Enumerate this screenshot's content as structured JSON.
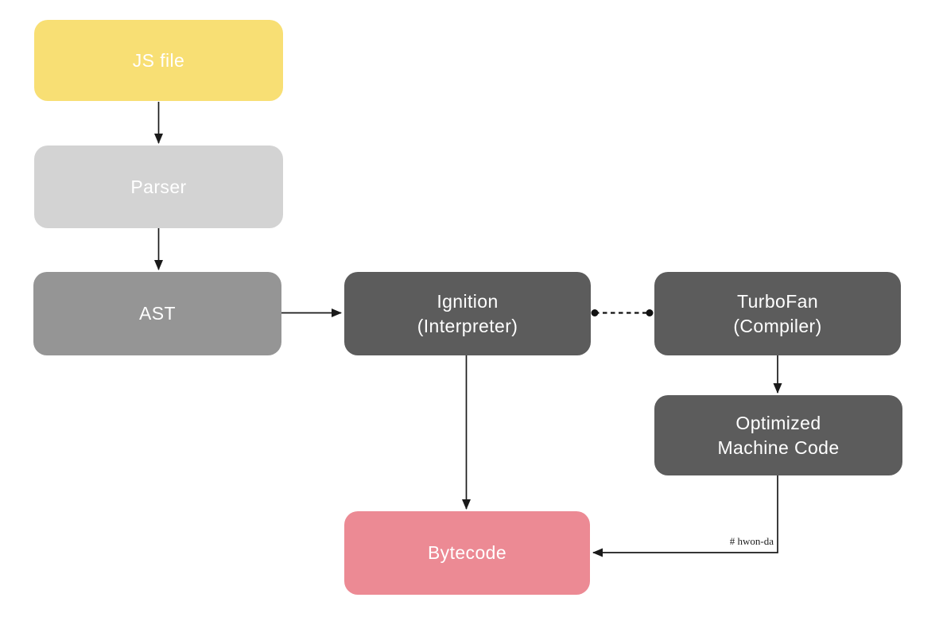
{
  "diagram": {
    "description": "Flowchart of a JavaScript engine pipeline",
    "background_color": "#ffffff",
    "line_color": "#1a1a1a"
  },
  "nodes": {
    "js_file": {
      "label": "JS file",
      "color": "#F8DF74",
      "text_color": "#ffffff"
    },
    "parser": {
      "label": "Parser",
      "color": "#D3D3D3",
      "text_color": "#ffffff"
    },
    "ast": {
      "label": "AST",
      "color": "#959595",
      "text_color": "#ffffff"
    },
    "ignition": {
      "label_line1": "Ignition",
      "label_line2": "(Interpreter)",
      "color": "#5C5C5C",
      "text_color": "#ffffff"
    },
    "turbofan": {
      "label_line1": "TurboFan",
      "label_line2": "(Compiler)",
      "color": "#5C5C5C",
      "text_color": "#ffffff"
    },
    "optimized_machine_code": {
      "label_line1": "Optimized",
      "label_line2": "Machine Code",
      "color": "#5C5C5C",
      "text_color": "#ffffff"
    },
    "bytecode": {
      "label": "Bytecode",
      "color": "#EC8A94",
      "text_color": "#ffffff"
    }
  },
  "edges": [
    {
      "from": "js_file",
      "to": "parser",
      "style": "solid-arrow"
    },
    {
      "from": "parser",
      "to": "ast",
      "style": "solid-arrow"
    },
    {
      "from": "ast",
      "to": "ignition",
      "style": "solid-arrow"
    },
    {
      "from": "ignition",
      "to": "turbofan",
      "style": "dashed-line-dot-endpoints"
    },
    {
      "from": "ignition",
      "to": "bytecode",
      "style": "solid-arrow"
    },
    {
      "from": "turbofan",
      "to": "optimized_machine_code",
      "style": "solid-arrow"
    },
    {
      "from": "optimized_machine_code",
      "to": "bytecode",
      "style": "solid-arrow-elbow"
    }
  ],
  "annotation": {
    "text": "# hwon-da"
  }
}
